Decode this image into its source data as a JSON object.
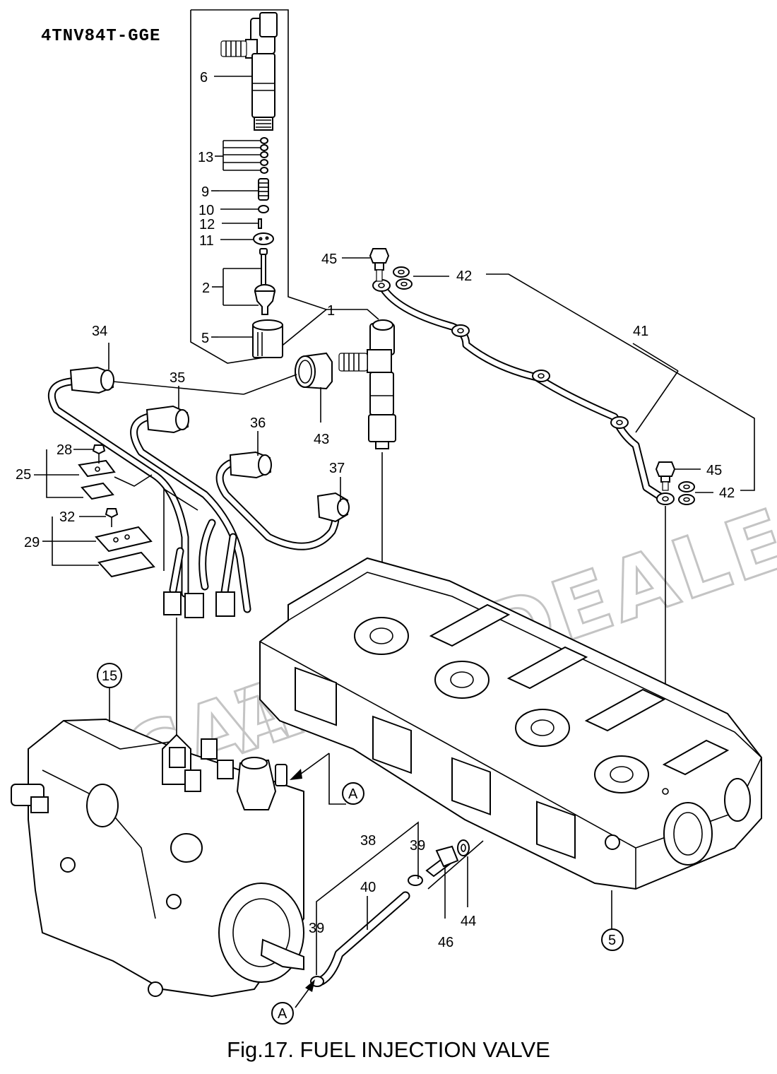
{
  "model_code": "4TNV84T-GGE",
  "caption": "Fig.17.  FUEL INJECTION VALVE",
  "watermark": {
    "line1": "ACAT",
    "line2": "AUTODEALER.RU"
  },
  "callouts": {
    "c1": "1",
    "c2": "2",
    "c5": "5",
    "c5b": "5",
    "c6": "6",
    "c9": "9",
    "c10": "10",
    "c11": "11",
    "c12": "12",
    "c13": "13",
    "c15": "15",
    "c25": "25",
    "c28": "28",
    "c29": "29",
    "c32": "32",
    "c34": "34",
    "c35": "35",
    "c36": "36",
    "c37": "37",
    "c38": "38",
    "c39a": "39",
    "c39b": "39",
    "c40": "40",
    "c41": "41",
    "c42a": "42",
    "c42b": "42",
    "c43": "43",
    "c44": "44",
    "c45a": "45",
    "c45b": "45",
    "c46": "46",
    "cA1": "A",
    "cA2": "A"
  },
  "colors": {
    "ink": "#000000",
    "paper": "#ffffff",
    "watermark": "#c4c4c4"
  }
}
